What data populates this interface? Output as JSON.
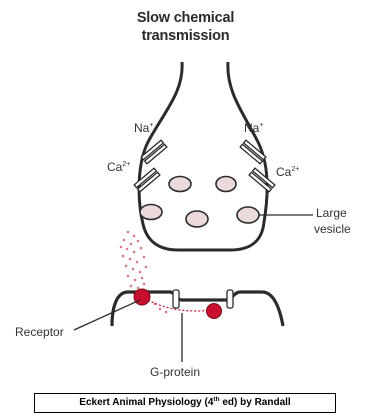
{
  "title": {
    "line1": "Slow chemical",
    "line2": "transmission"
  },
  "labels": {
    "na_left": "Na",
    "na_left_sup": "+",
    "na_right": "Na",
    "na_right_sup": "+",
    "ca_left": "Ca",
    "ca_left_sup": "2+",
    "ca_right": "Ca",
    "ca_right_sup": "2+",
    "large_vesicle_line1": "Large",
    "large_vesicle_line2": "vesicle",
    "receptor": "Receptor",
    "g_protein": "G-protein"
  },
  "caption": {
    "before_sup": "Eckert Animal Physiology (4",
    "sup": "th",
    "after_sup": " ed) by Randall"
  },
  "colors": {
    "outline": "#2b2b2b",
    "vesicle_fill": "#ecd9d9",
    "receptor_red": "#c8102e",
    "release_dots": "#d87a86"
  }
}
